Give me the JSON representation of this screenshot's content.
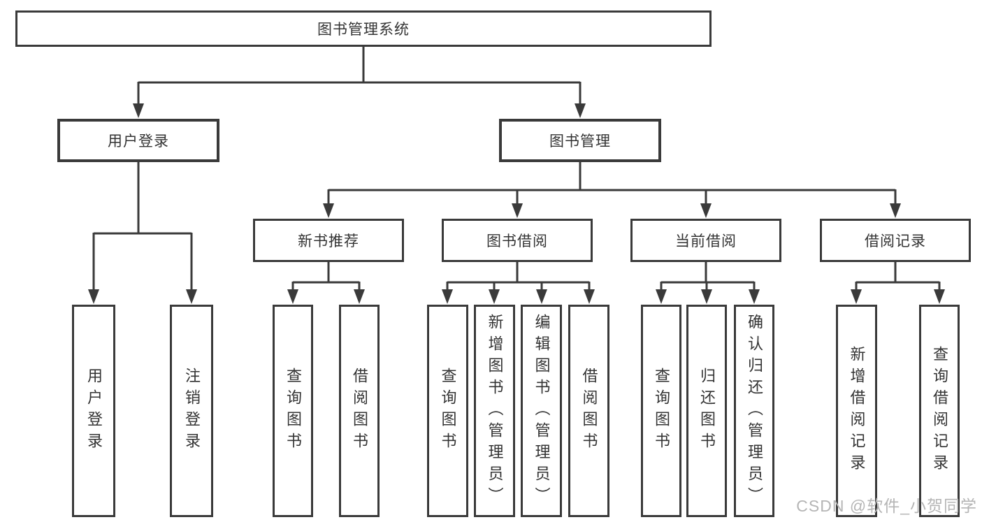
{
  "tree": {
    "root": "图书管理系统",
    "level2": [
      {
        "label": "用户登录",
        "leaves": [
          "用户登录",
          "注销登录"
        ]
      },
      {
        "label": "图书管理",
        "groups": [
          {
            "label": "新书推荐",
            "leaves": [
              "查询图书",
              "借阅图书"
            ]
          },
          {
            "label": "图书借阅",
            "leaves": [
              "查询图书",
              "新增图书（管理员）",
              "编辑图书（管理员）",
              "借阅图书"
            ]
          },
          {
            "label": "当前借阅",
            "leaves": [
              "查询图书",
              "归还图书",
              "确认归还（管理员）"
            ]
          },
          {
            "label": "借阅记录",
            "leaves": [
              "新增借阅记录",
              "查询借阅记录"
            ]
          }
        ]
      }
    ]
  },
  "watermark": "CSDN @软件_小贺同学",
  "colors": {
    "line": "#3a3a3a",
    "text": "#333333",
    "background": "#ffffff",
    "watermark": "#b5b5b5"
  }
}
